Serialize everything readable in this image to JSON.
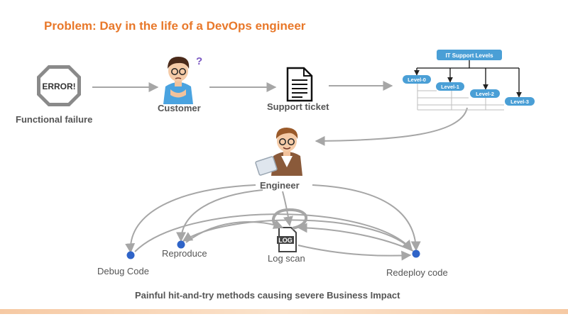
{
  "slide": {
    "title": "Problem: Day in the life of a DevOps engineer",
    "footer": "Painful hit-and-try methods  causing severe Business Impact"
  },
  "nodes": {
    "error_badge": "ERROR!",
    "functional_failure": "Functional failure",
    "customer": "Customer",
    "customer_question": "?",
    "support_ticket": "Support ticket",
    "engineer": "Engineer",
    "log_icon": "LOG"
  },
  "support_levels": {
    "header": "IT Support Levels",
    "levels": [
      "Level-0",
      "Level-1",
      "Level-2",
      "Level-3"
    ]
  },
  "methods": {
    "debug_code": "Debug Code",
    "reproduce": "Reproduce",
    "log_scan": "Log scan",
    "redeploy_code": "Redeploy code"
  },
  "colors": {
    "title": "#e8782a",
    "level_box": "#4a9fd6",
    "node_dot": "#2f64c8",
    "arrow": "#a6a6a6",
    "accent_bar": "#f6c9a3"
  }
}
